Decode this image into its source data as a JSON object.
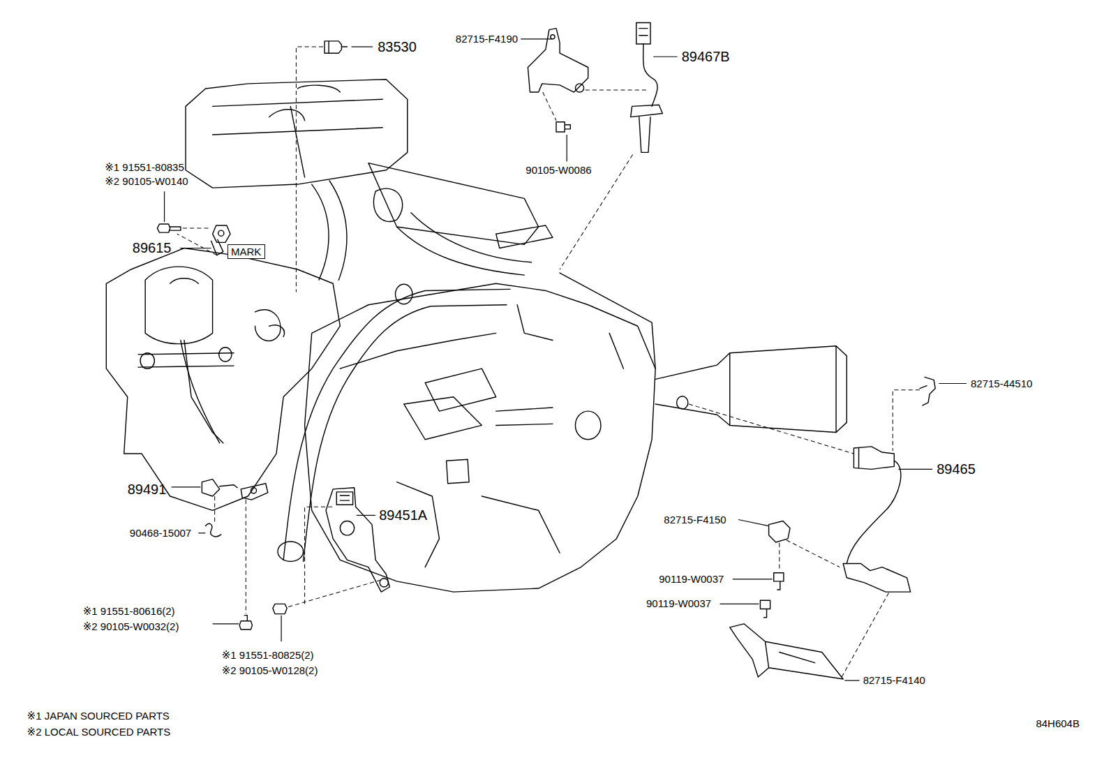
{
  "diagram": {
    "nodes": [
      {
        "text": [
          "MARK"
        ]
      }
    ],
    "labels": [
      "83530",
      "82715-F4190",
      "89467B",
      "90105-W0086",
      "※1 91551-80835",
      "※2 90105-W0140",
      "89615",
      "82715-44510",
      "89465",
      "89491",
      "89451A",
      "90468-15007",
      "82715-F4150",
      "90119-W0037",
      "90119-W0037",
      "※1 91551-80616(2)",
      "※2 90105-W0032(2)",
      "82715-F4140",
      "※1 91551-80825(2)",
      "※2 90105-W0128(2)",
      "※1 JAPAN SOURCED PARTS",
      "※2 LOCAL SOURCED PARTS",
      "84H604B"
    ]
  }
}
